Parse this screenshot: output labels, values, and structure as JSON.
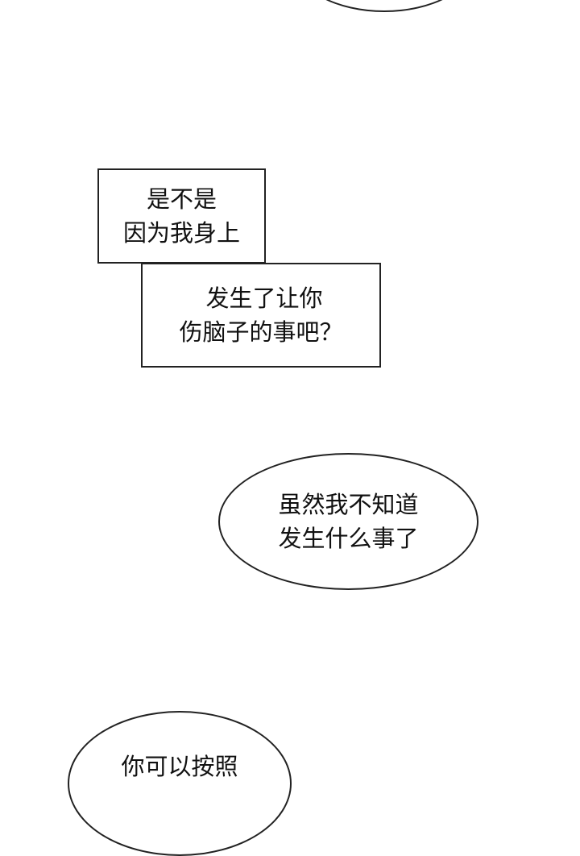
{
  "panels": {
    "box1": [
      "是不是",
      "因为我身上"
    ],
    "box2": [
      "发生了让你",
      "伤脑子的事吧？"
    ],
    "bubble1": [
      "虽然我不知道",
      "发生什么事了"
    ],
    "bubble2": [
      "你可以按照"
    ]
  }
}
